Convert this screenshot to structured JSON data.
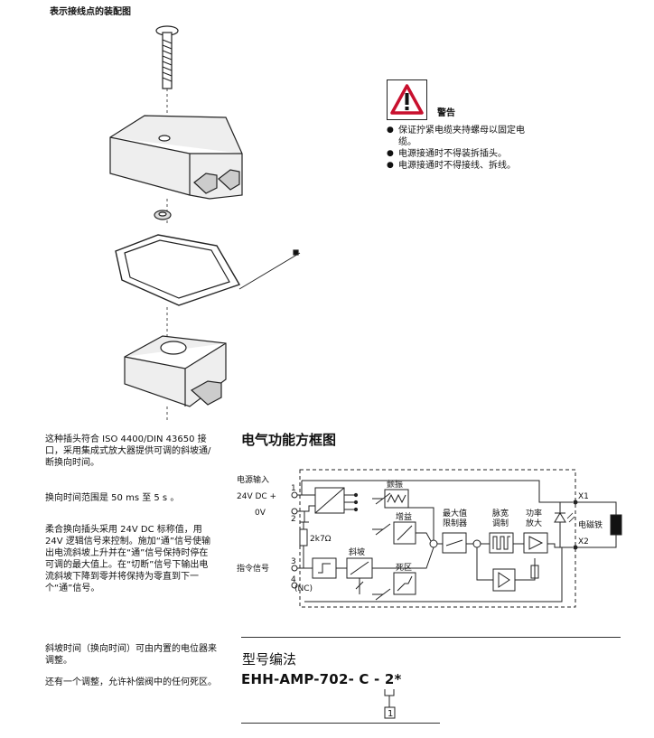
{
  "section_title": "表示接线点的装配图",
  "warning": {
    "title": "警告",
    "items": [
      "保证拧紧电缆夹持螺母以固定电缆。",
      "电源接通时不得装拆插头。",
      "电源接通时不得接线、拆线。"
    ]
  },
  "paragraphs": [
    "这种插头符合 ISO 4400/DIN 43650 接口，采用集成式放大器提供可调的斜坡通/断换向时间。",
    "换向时间范围是 50 ms 至 5 s 。",
    "柔合换向插头采用 24V DC 标称值，用 24V 逻辑信号来控制。施加“通”信号使输出电流斜坡上升并在“通”信号保持时停在可调的最大值上。在“切断”信号下输出电流斜坡下降到零并将保持为零直到下一个“通”信号。",
    "斜坡时间（换向时间）可由内置的电位器来调整。",
    "还有一个调整，允许补偿阀中的任何死区。"
  ],
  "diagram": {
    "title": "电气功能方框图",
    "power_input_label": "电源输入",
    "supply_label": "24V DC +",
    "zero_label": "0V",
    "command_label": "指令信号",
    "nc_label": "(NC)",
    "pins": [
      "1",
      "2",
      "3",
      "4"
    ],
    "resistor_label": "2k7Ω",
    "blocks": {
      "dither": "颤振",
      "gain": "增益",
      "ramp": "斜坡",
      "deadband": "死区",
      "max_limiter_1": "最大值",
      "max_limiter_2": "限制器",
      "pwm_1": "脉宽",
      "pwm_2": "调制",
      "power_amp_1": "功率",
      "power_amp_2": "放大"
    },
    "solenoid_label": "电磁铁",
    "outputs": [
      "X1",
      "X2"
    ]
  },
  "model": {
    "title": "型号编法",
    "code": "EHH-AMP-702- C  - 2*",
    "index": "1"
  }
}
